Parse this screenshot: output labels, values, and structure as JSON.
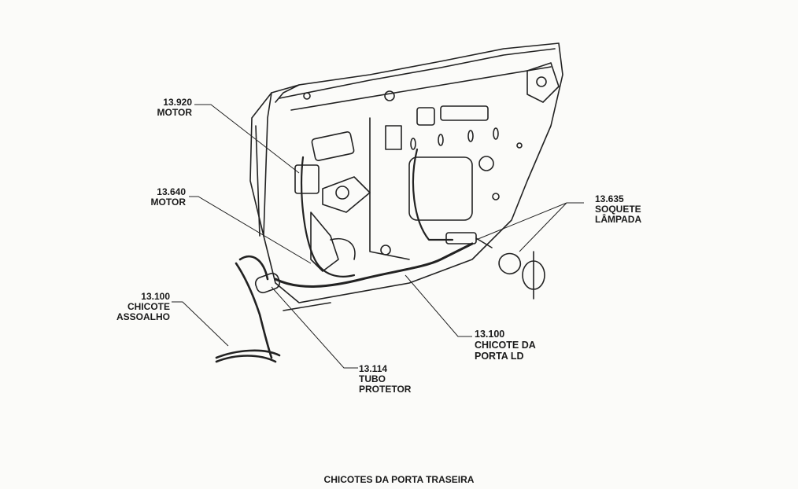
{
  "callouts": {
    "motor_920": {
      "code": "13.920",
      "name": "MOTOR"
    },
    "motor_640": {
      "code": "13.640",
      "name": "MOTOR"
    },
    "soquete": {
      "code": "13.635",
      "line1": "SOQUETE",
      "line2": "LÂMPADA"
    },
    "chicote_assoalho": {
      "code": "13.100",
      "line1": "CHICOTE",
      "line2": "ASSOALHO"
    },
    "chicote_porta": {
      "code": "13.100",
      "line1": "CHICOTE DA",
      "line2": "PORTA  LD"
    },
    "tubo": {
      "code": "13.114",
      "line1": "TUBO",
      "line2": "PROTETOR"
    }
  },
  "caption": "CHICOTES DA PORTA TRASEIRA"
}
